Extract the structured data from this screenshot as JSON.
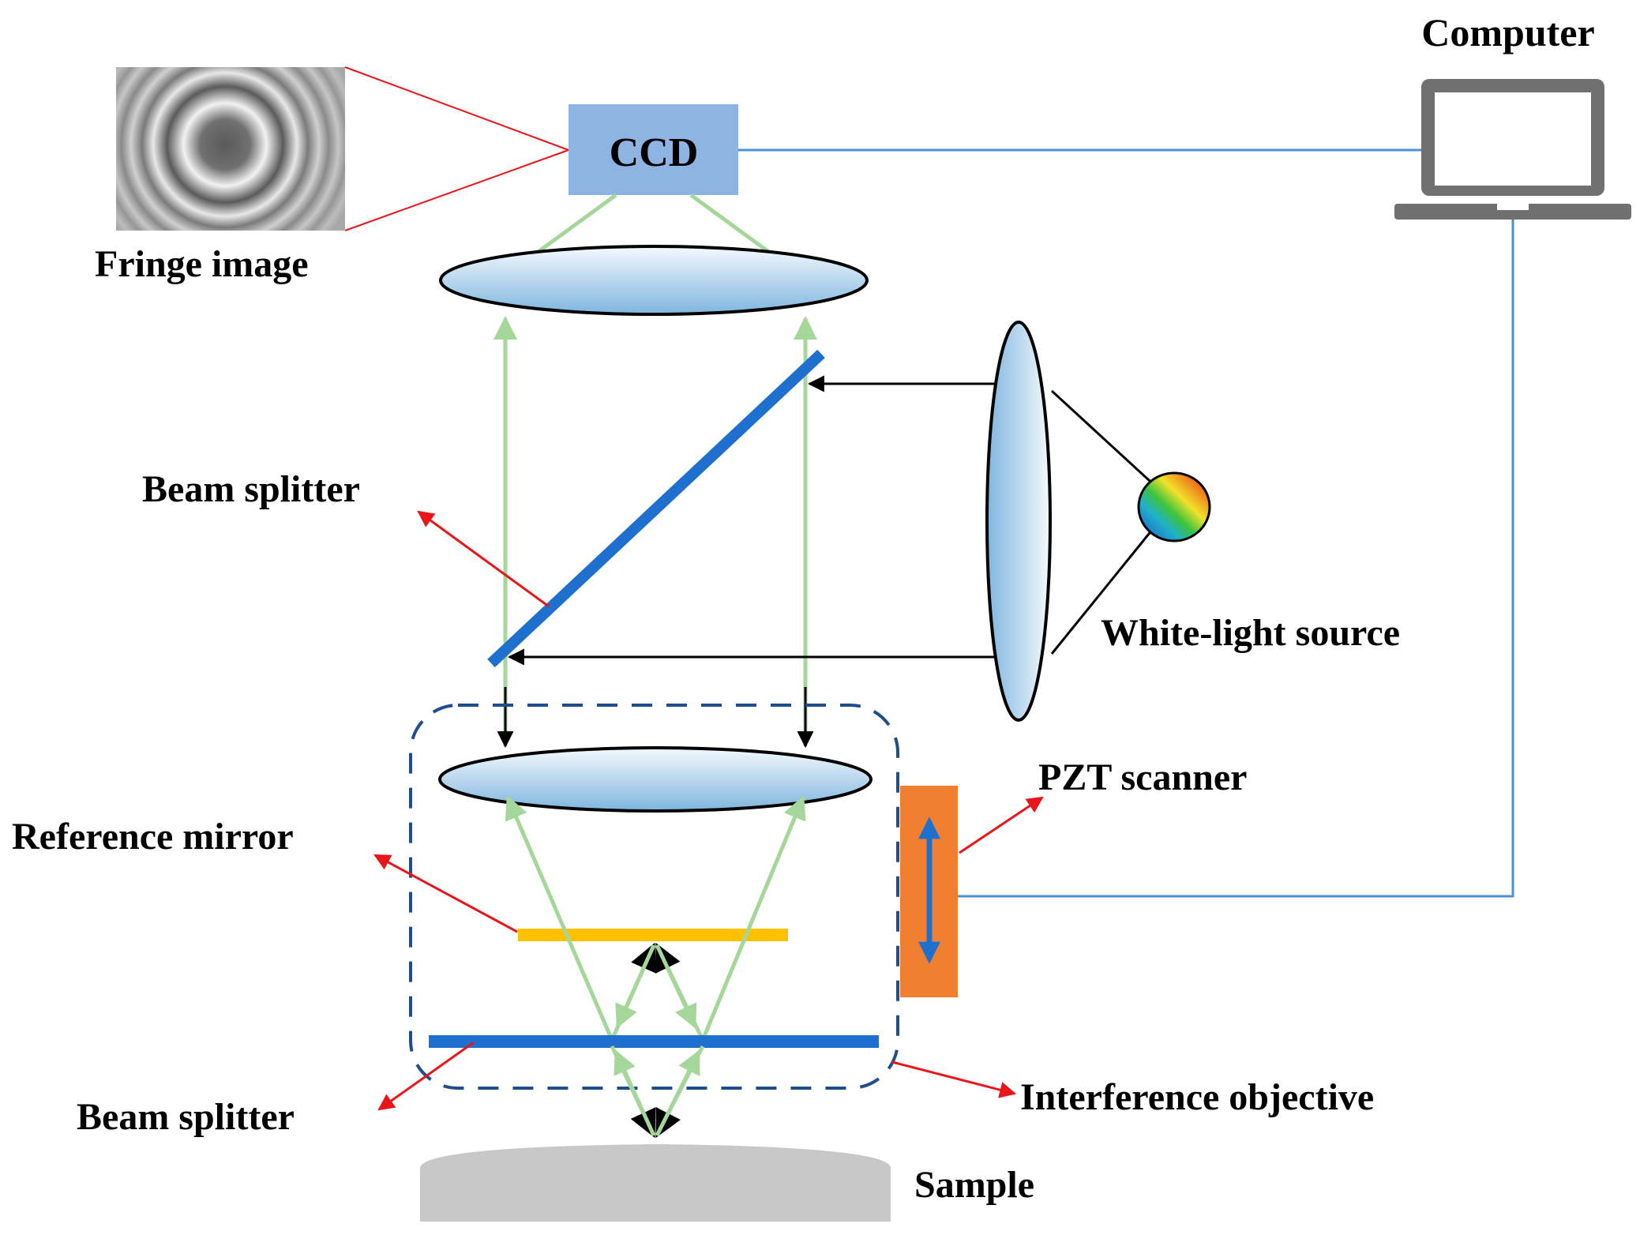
{
  "labels": {
    "computer": "Computer",
    "ccd": "CCD",
    "fringe_image": "Fringe image",
    "beam_splitter_top": "Beam splitter",
    "white_light_source": "White-light source",
    "pzt_scanner": "PZT scanner",
    "reference_mirror": "Reference mirror",
    "beam_splitter_bottom": "Beam splitter",
    "interference_objective": "Interference objective",
    "sample": "Sample"
  },
  "colors": {
    "ccd_box": "#8db4e2",
    "beam_splitter": "#1f6fcf",
    "light_path_green": "#a6d79a",
    "cable_blue": "#4a8fd8",
    "leader_red": "#e8161b",
    "reference_mirror": "#ffc000",
    "pzt_scanner": "#f08030",
    "objective_outline": "#1f4e8c",
    "sample": "#c8c8c8",
    "computer": "#707070"
  }
}
